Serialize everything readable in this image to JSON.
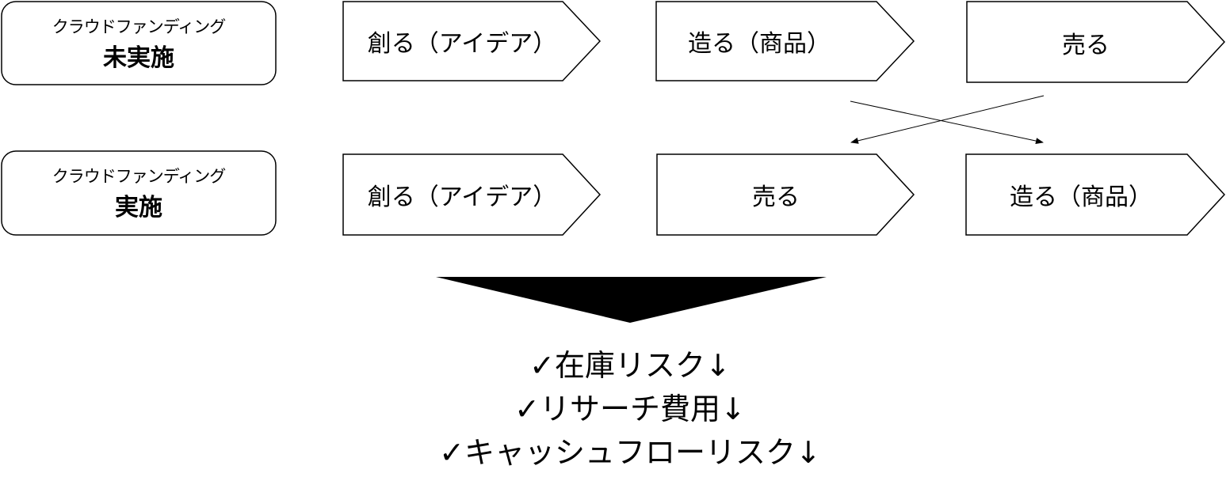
{
  "rows": [
    {
      "label_top": "クラウドファンディング",
      "label_main": "未実施",
      "steps": [
        "創る（アイデア）",
        "造る（商品）",
        "売る"
      ]
    },
    {
      "label_top": "クラウドファンディング",
      "label_main": "実施",
      "steps": [
        "創る（アイデア）",
        "売る",
        "造る（商品）"
      ]
    }
  ],
  "results": [
    "✓在庫リスク↓",
    "✓リサーチ費用↓",
    "✓キャッシュフローリスク↓"
  ]
}
